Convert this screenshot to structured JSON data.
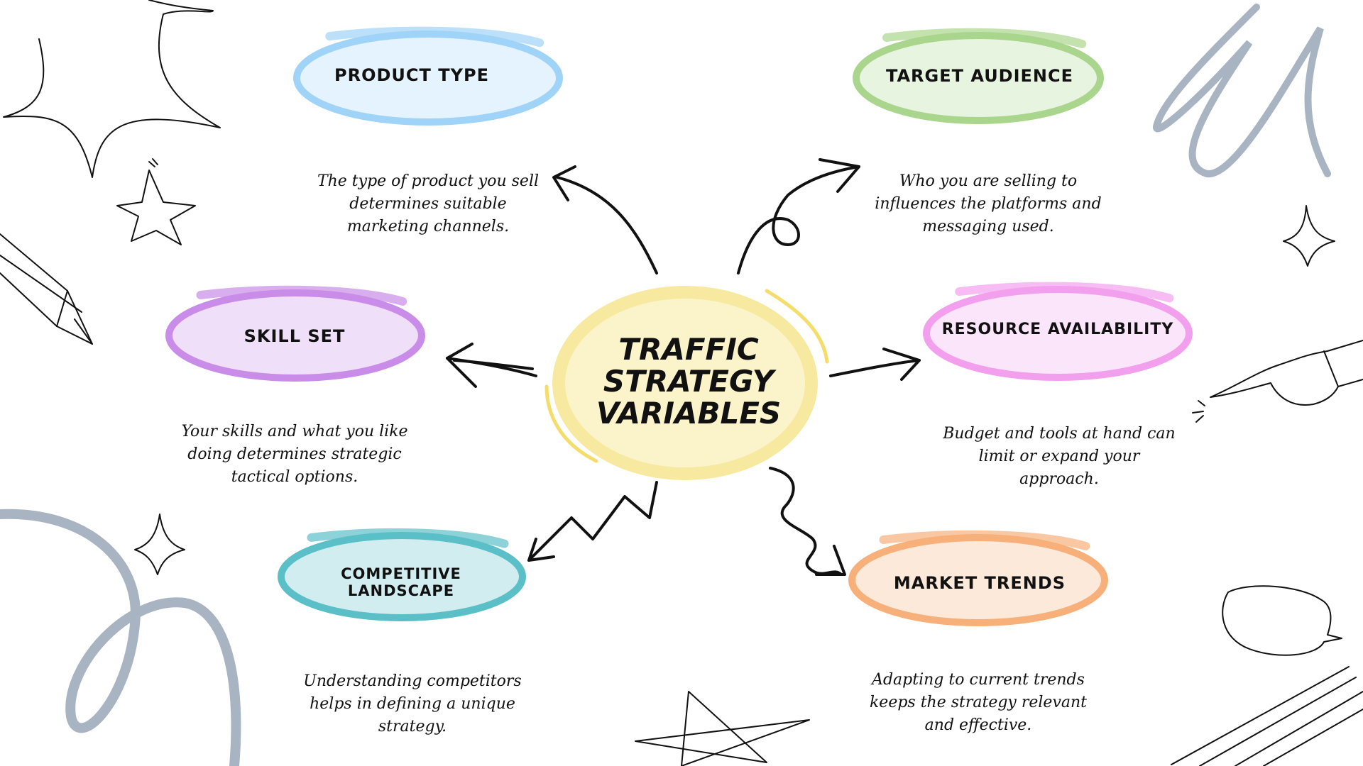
{
  "center": {
    "line1": "TRAFFIC",
    "line2": "STRATEGY",
    "line3": "VARIABLES",
    "color": "#f7e89a"
  },
  "nodes": [
    {
      "id": "product-type",
      "label": "PRODUCT TYPE",
      "description": "The type of product you sell determines suitable marketing channels.",
      "color": "#9fd3f7"
    },
    {
      "id": "target-audience",
      "label": "TARGET AUDIENCE",
      "description": "Who you are selling to influences the platforms and messaging used.",
      "color": "#a9d68c"
    },
    {
      "id": "skill-set",
      "label": "SKILL SET",
      "description": "Your skills and what you like doing determines strategic tactical options.",
      "color": "#c98ce8"
    },
    {
      "id": "resource-availability",
      "label": "RESOURCE AVAILABILITY",
      "description": "Budget and tools at hand can limit or expand your approach.",
      "color": "#f2a0ee"
    },
    {
      "id": "competitive-landscape",
      "label": "COMPETITIVE LANDSCAPE",
      "description": "Understanding competitors helps in defining a unique strategy.",
      "color": "#5bbfc8"
    },
    {
      "id": "market-trends",
      "label": "MARKET TRENDS",
      "description": "Adapting to current trends keeps the strategy relevant and effective.",
      "color": "#f7b07a"
    }
  ]
}
